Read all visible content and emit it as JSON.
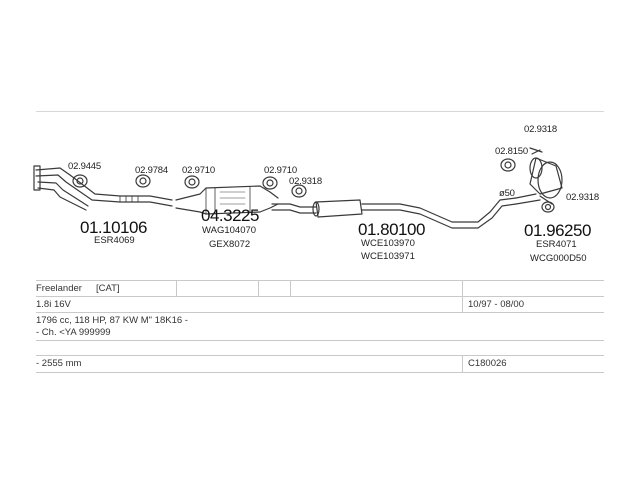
{
  "parts": {
    "clamp_a": "02.9445",
    "clamp_b": "02.9784",
    "clamp_c": "02.9710",
    "clamp_d": "02.9710",
    "clamp_e": "02.9318",
    "clamp_f": "02.8150",
    "clamp_g": "02.9318",
    "clamp_h": "02.9318",
    "diameter": "ø50"
  },
  "assemblies": {
    "front_pipe": {
      "number": "01.10106",
      "ref1": "ESR4069"
    },
    "catalyst": {
      "number": "04.3225",
      "ref1": "WAG104070",
      "ref2": "GEX8072"
    },
    "middle": {
      "number": "01.80100",
      "ref1": "WCE103970",
      "ref2": "WCE103971"
    },
    "rear": {
      "number": "01.96250",
      "ref1": "ESR4071",
      "ref2": "WCG000D50"
    }
  },
  "table": {
    "row1": {
      "model": "Freelander",
      "tag": "[CAT]"
    },
    "row2": {
      "engine": "1.8i 16V",
      "years": "10/97 - 08/00"
    },
    "row3": {
      "specs": "1796 cc, 118 HP, 87 KW M\" 18K16 -"
    },
    "row4": {
      "chassis": "- Ch. <YA 999999"
    },
    "row5": {
      "wheelbase": "- 2555 mm",
      "code": "C180026"
    }
  },
  "colors": {
    "line": "#3a3a3a",
    "grid": "#c9c9c9"
  }
}
